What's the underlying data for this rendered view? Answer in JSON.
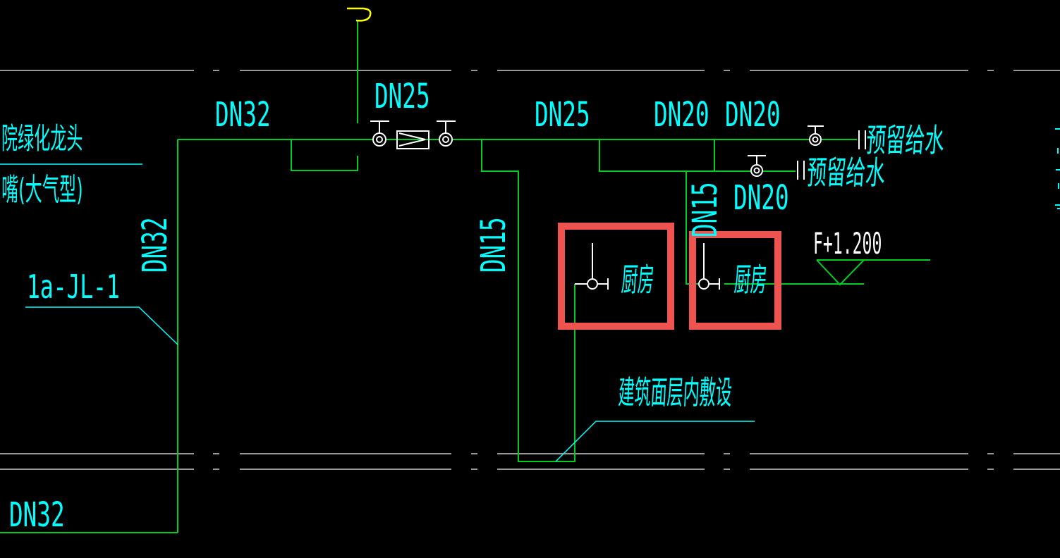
{
  "drawing": {
    "title": "plumbing-water-supply-riser-diagram",
    "colors": {
      "background": "#000000",
      "pipe_green": "#00CC22",
      "annotation_cyan": "#00FFFF",
      "symbol_white": "#FFFFFF",
      "wall_gray": "#989898",
      "highlight_red": "#EF5350",
      "faucet_yellow": "#FFFF00"
    },
    "labels": {
      "garden_tap_line1": "院绿化龙头",
      "garden_tap_line2": "嘴(大气型)",
      "dn32_main": "DN32",
      "dn32_riser_vertical": "DN32",
      "dn25_meter": "DN25",
      "dn25_branch": "DN25",
      "dn20_branch1": "DN20",
      "dn20_branch2": "DN20",
      "dn20_reserved": "DN20",
      "dn15_riser1_vertical": "DN15",
      "dn15_riser2_vertical": "DN15",
      "reserved_water_upper": "预留给水",
      "reserved_water_lower": "预留给水",
      "riser_id": "1a-JL-1",
      "kitchen_left": "厨房",
      "kitchen_right": "厨房",
      "elevation": "F+1.200",
      "embed_note": "建筑面层内敷设",
      "dn32_bottom": "DN32"
    },
    "symbols": [
      {
        "name": "faucet-hook-icon",
        "meaning": "garden tap outlet",
        "color": "#FFFF00"
      },
      {
        "name": "shutoff-valve-icon",
        "meaning": "valve: circle with T-stem",
        "color": "#FFFFFF"
      },
      {
        "name": "water-meter-icon",
        "meaning": "rectangle with triangle",
        "color": "#FFFFFF"
      },
      {
        "name": "kitchen-tap-icon",
        "meaning": "tap: drop with circle",
        "color": "#FFFFFF"
      },
      {
        "name": "pipe-end-ticks-icon",
        "meaning": "capped pipe end ||",
        "color": "#FFFFFF"
      },
      {
        "name": "elevation-marker-icon",
        "meaning": "inverted triangle level mark",
        "color": "#00CC22"
      },
      {
        "name": "wall-break-dash-icon",
        "meaning": "grid line break",
        "color": "#989898"
      },
      {
        "name": "highlight-box",
        "meaning": "red review markup around kitchens",
        "color": "#EF5350"
      }
    ]
  }
}
